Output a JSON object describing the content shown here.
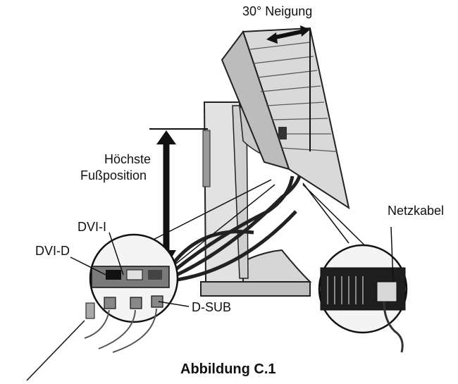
{
  "diagram": {
    "tilt_label": "30° Neigung",
    "height_label_line1": "Höchste",
    "height_label_line2": "Fußposition",
    "dvi_i_label": "DVI-I",
    "dvi_d_label": "DVI-D",
    "d_sub_label": "D-SUB",
    "power_cable_label": "Netzkabel",
    "caption": "Abbildung C.1"
  }
}
